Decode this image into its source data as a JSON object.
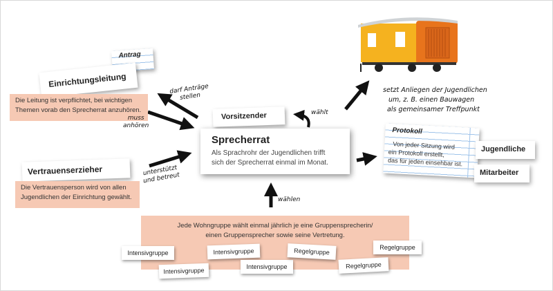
{
  "center": {
    "title": "Sprecherrat",
    "text_line1": "Als Sprachrohr der Jugendlichen trifft",
    "text_line2": "sich der Sprecherrat einmal im Monat."
  },
  "vorsitzender": "Vorsitzender",
  "waehlt": "wählt",
  "antrag": "Antrag",
  "einrichtungsleitung": {
    "title": "Einrichtungsleitung",
    "note_line1": "Die Leitung ist verpflichtet, bei wichtigen",
    "note_line2": "Themen vorab den Sprecherrat anzuhören."
  },
  "darf_antraege_line1": "darf Anträge",
  "darf_antraege_line2": "stellen",
  "muss_anhoeren_line1": "muss",
  "muss_anhoeren_line2": "anhören",
  "vertrauenserzieher": {
    "title": "Vertrauenserzieher",
    "note_line1": "Die Vertrauensperson wird von allen",
    "note_line2": "Jugendlichen der Einrichtung gewählt."
  },
  "unterstuetzt_line1": "unterstützt",
  "unterstuetzt_line2": "und betreut",
  "bauwagen_line1": "setzt Anliegen der Jugendlichen",
  "bauwagen_line2": "um, z. B. einen Bauwagen",
  "bauwagen_line3": "als gemeinsamer Treffpunkt",
  "protokoll": {
    "title": "Protokoll",
    "line1": "Von jeder Sitzung wird",
    "line2": "ein Protokoll erstellt,",
    "line3": "das für jeden einsehbar ist."
  },
  "jugendliche": "Jugendliche",
  "mitarbeiter": "Mitarbeiter",
  "waehlen": "wählen",
  "bottom": {
    "line1": "Jede Wohngruppe wählt einmal jährlich je eine Gruppensprecherin/",
    "line2": "einen Gruppensprecher sowie seine Vertretung.",
    "groups": [
      "Intensivgruppe",
      "Intensivgruppe",
      "Intensivgruppe",
      "Intensivgruppe",
      "Regelgruppe",
      "Regelgruppe",
      "Regelgruppe"
    ]
  },
  "colors": {
    "note": "#f6c9b4",
    "trailer": "#f5b21f",
    "trailer_end": "#e8741c",
    "lines": "#9ec3ea"
  }
}
